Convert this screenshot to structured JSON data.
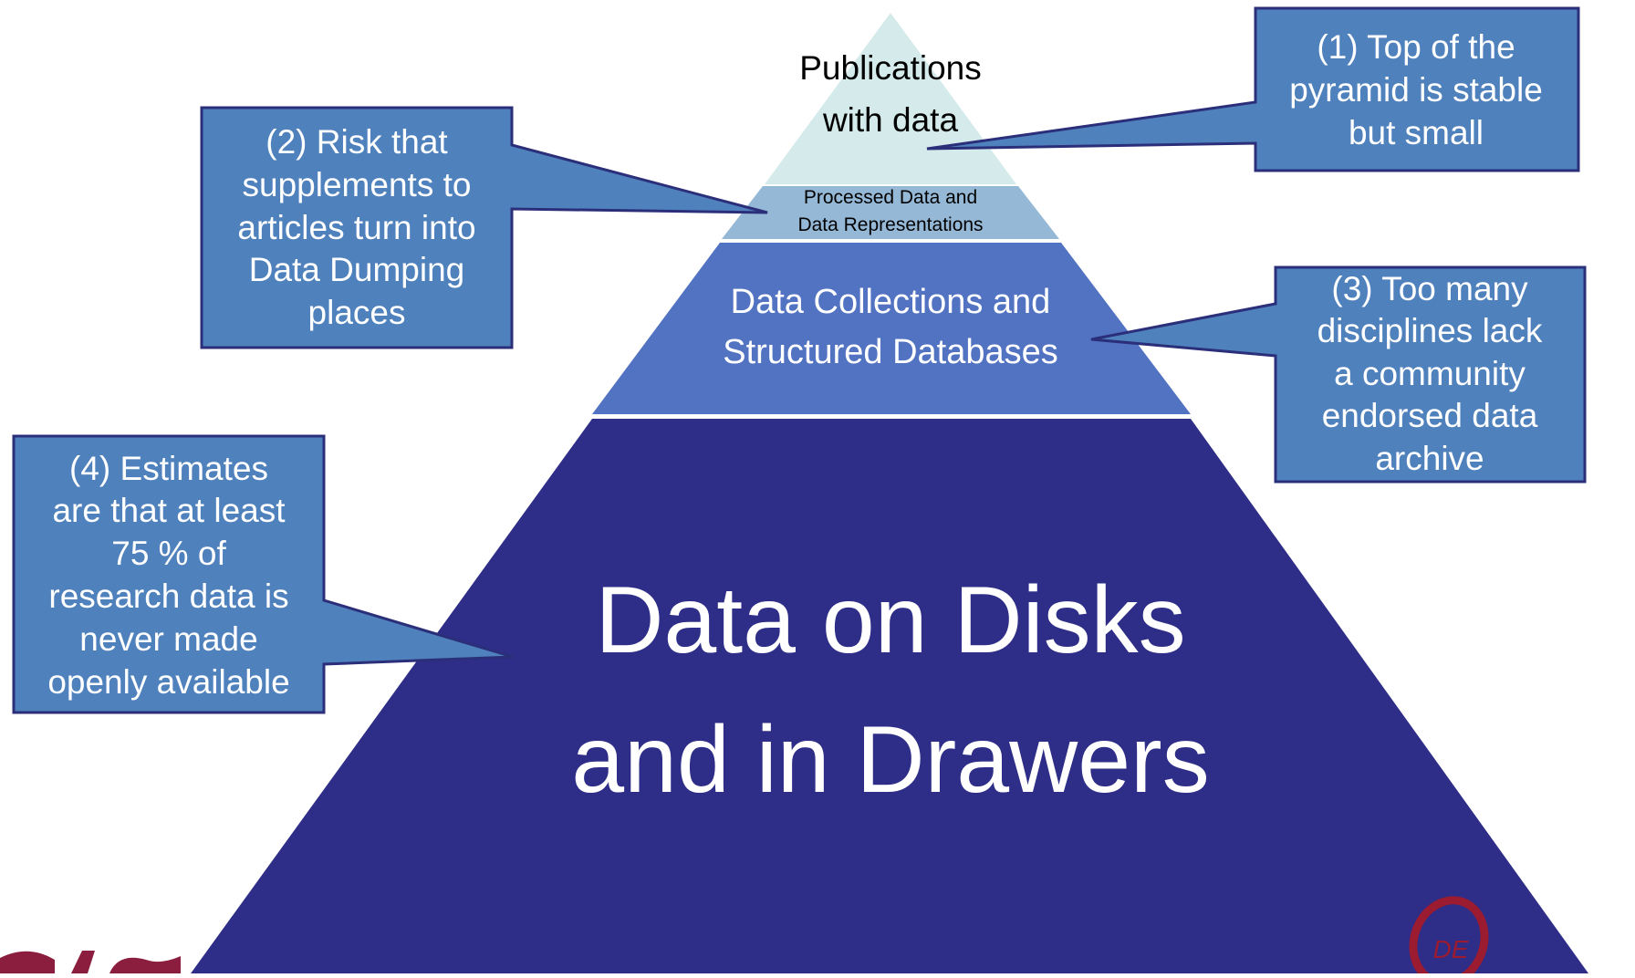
{
  "pyramid": {
    "levels": [
      {
        "id": "top",
        "lines": [
          "Publications",
          "with data"
        ],
        "fill": "#d5ebeb",
        "text_color": "#000000"
      },
      {
        "id": "second",
        "lines": [
          "Processed Data and",
          "Data Representations"
        ],
        "fill": "#94b8d6",
        "text_color": "#000000"
      },
      {
        "id": "third",
        "lines": [
          "Data Collections and",
          "Structured Databases"
        ],
        "fill": "#5272c2",
        "text_color": "#ffffff"
      },
      {
        "id": "base",
        "lines": [
          "Data on Disks",
          "and in Drawers"
        ],
        "fill": "#2e2d87",
        "text_color": "#ffffff"
      }
    ]
  },
  "callouts": [
    {
      "id": "callout-1",
      "lines": [
        "(1) Top of the",
        "pyramid is stable",
        "but small"
      ]
    },
    {
      "id": "callout-2",
      "lines": [
        "(2) Risk that",
        "supplements to",
        "articles turn into",
        "Data Dumping",
        "places"
      ]
    },
    {
      "id": "callout-3",
      "lines": [
        "(3) Too many",
        "disciplines lack",
        "a community",
        "endorsed data",
        "archive"
      ]
    },
    {
      "id": "callout-4",
      "lines": [
        "(4) Estimates",
        "are that at least",
        "75 % of",
        "research data is",
        "never made",
        "openly available"
      ]
    }
  ],
  "colors": {
    "callout_fill": "#4f81bd",
    "callout_border": "#2b2f7a",
    "callout_text": "#ffffff",
    "logo_left": "#8b1d3f",
    "logo_right": "#9b1b30"
  },
  "logo_right_text": "DE"
}
